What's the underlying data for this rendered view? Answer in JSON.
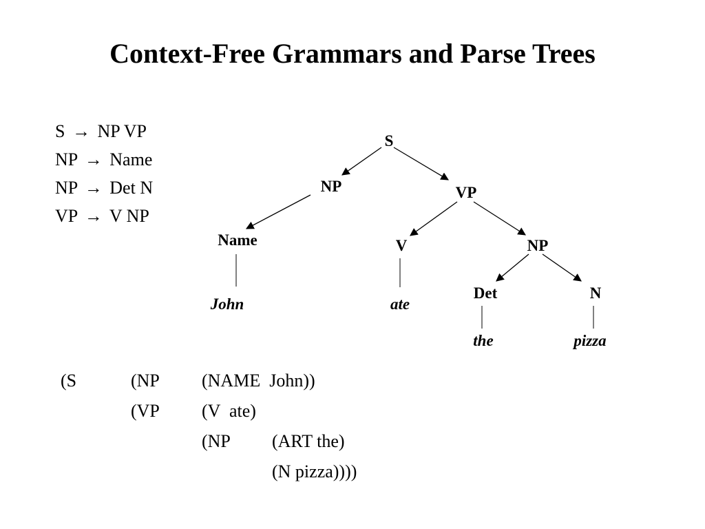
{
  "title": "Context-Free Grammars and Parse Trees",
  "rules": [
    {
      "lhs": "S",
      "arrow": "→",
      "rhs": "NP VP"
    },
    {
      "lhs": "NP",
      "arrow": "→",
      "rhs": "Name"
    },
    {
      "lhs": "NP",
      "arrow": "→",
      "rhs": "Det N"
    },
    {
      "lhs": "VP",
      "arrow": "→",
      "rhs": "V NP"
    }
  ],
  "tree": {
    "nodes": {
      "s": "S",
      "np1": "NP",
      "vp": "VP",
      "name": "Name",
      "v": "V",
      "np2": "NP",
      "det": "Det",
      "n": "N"
    },
    "words": {
      "john": "John",
      "ate": "ate",
      "the": "the",
      "pizza": "pizza"
    }
  },
  "bracketed": {
    "row1": [
      "(S",
      "(NP",
      "(NAME  John))"
    ],
    "row2": [
      "(VP",
      "(V  ate)"
    ],
    "row3": [
      "(NP",
      "(ART the)"
    ],
    "row4": [
      "(N pizza))))"
    ]
  }
}
